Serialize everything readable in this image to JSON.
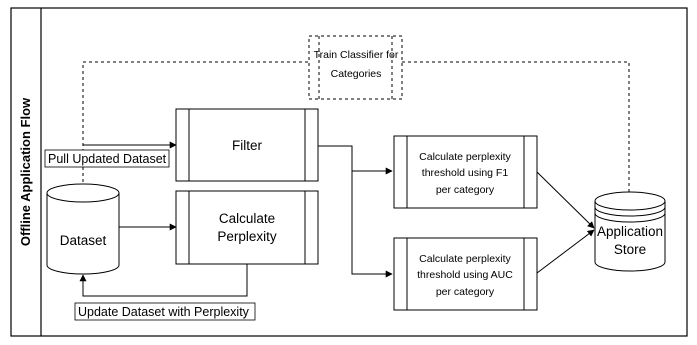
{
  "diagram": {
    "lane_label": "Offline Application Flow",
    "nodes": {
      "dataset": "Dataset",
      "filter": "Filter",
      "calc_perplexity": [
        "Calculate",
        "Perplexity"
      ],
      "train_classifier": [
        "Train Classifier for",
        "Categories"
      ],
      "threshold_f1": [
        "Calculate perplexity",
        "threshold using F1",
        "per category"
      ],
      "threshold_auc": [
        "Calculate perplexity",
        "threshold using AUC",
        "per category"
      ],
      "app_store": [
        "Application",
        "Store"
      ]
    },
    "edges": {
      "pull_label": "Pull Updated Dataset",
      "update_label": "Update Dataset with Perplexity"
    }
  }
}
